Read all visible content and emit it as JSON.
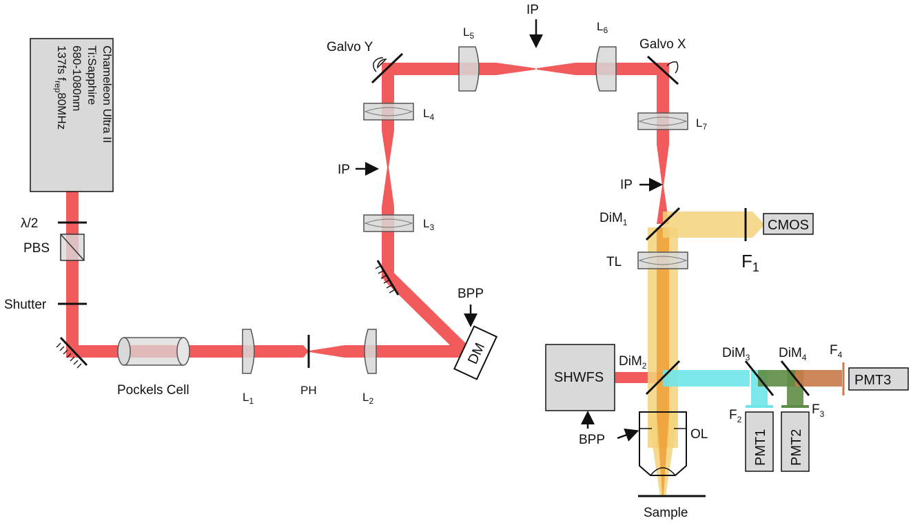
{
  "colors": {
    "laser": "#f15b5b",
    "fluorescence": "#f3d27a",
    "sample_signal": "#f0a23b",
    "cyan": "#6fe6ea",
    "green": "#5f8c46",
    "brown": "#c87a48",
    "gray_box": "#d9d9d9"
  },
  "laser": {
    "line1": "Chameleon Ultra II",
    "line2": "Ti:Sapphire",
    "line3": "680-1080nm",
    "line4_pre": "137fs f",
    "line4_sub": "rep",
    "line4_post": "80MHz"
  },
  "labels": {
    "half_wave": "λ/2",
    "pbs": "PBS",
    "shutter": "Shutter",
    "pockels": "Pockels Cell",
    "l1": "L",
    "l1_sub": "1",
    "ph": "PH",
    "l2": "L",
    "l2_sub": "2",
    "bpp_top": "BPP",
    "dm": "DM",
    "l3": "L",
    "l3_sub": "3",
    "ip_left": "IP",
    "l4": "L",
    "l4_sub": "4",
    "galvo_y": "Galvo Y",
    "l5": "L",
    "l5_sub": "5",
    "ip_top": "IP",
    "l6": "L",
    "l6_sub": "6",
    "galvo_x": "Galvo X",
    "l7": "L",
    "l7_sub": "7",
    "ip_right": "IP",
    "dim1": "DiM",
    "dim1_sub": "1",
    "cmos": "CMOS",
    "f1": "F",
    "f1_sub": "1",
    "tl": "TL",
    "shwfs": "SHWFS",
    "dim2": "DiM",
    "dim2_sub": "2",
    "bpp_bottom": "BPP",
    "dim3": "DiM",
    "dim3_sub": "3",
    "dim4": "DiM",
    "dim4_sub": "4",
    "f4": "F",
    "f4_sub": "4",
    "pmt3": "PMT3",
    "f2": "F",
    "f2_sub": "2",
    "pmt1": "PMT1",
    "f3": "F",
    "f3_sub": "3",
    "pmt2": "PMT2",
    "ol": "OL",
    "sample": "Sample"
  }
}
